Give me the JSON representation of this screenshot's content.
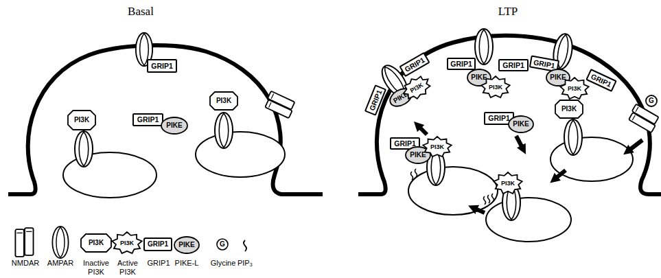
{
  "diagram": {
    "nodes": [
      {
        "text": [
          "GRIP1"
        ]
      },
      {
        "text": [
          "GRIP1"
        ]
      },
      {
        "text": [
          "PIKE"
        ]
      },
      {
        "text": [
          "PI3K"
        ]
      },
      {
        "text": [
          "PI3K"
        ]
      },
      {
        "text": [
          "GRIP1"
        ]
      },
      {
        "text": [
          "GRIP1"
        ]
      },
      {
        "text": [
          "PIKE"
        ]
      },
      {
        "text": [
          "PI3K"
        ]
      },
      {
        "text": [
          "GRIP1"
        ]
      },
      {
        "text": [
          "PIKE"
        ]
      },
      {
        "text": [
          "PI3K"
        ]
      },
      {
        "text": [
          "GRIP1"
        ]
      },
      {
        "text": [
          "GRIP1"
        ]
      },
      {
        "text": [
          "PIKE"
        ]
      },
      {
        "text": [
          "PI3K"
        ]
      },
      {
        "text": [
          "GRIP1"
        ]
      },
      {
        "text": [
          "G"
        ]
      },
      {
        "text": [
          "GRIP1"
        ]
      },
      {
        "text": [
          "PIKE"
        ]
      },
      {
        "text": [
          "PI3K"
        ]
      },
      {
        "text": [
          "PI3K"
        ]
      },
      {
        "text": [
          "GRIP1"
        ]
      },
      {
        "text": [
          "PIKE"
        ]
      },
      {
        "text": [
          "PI3K"
        ]
      }
    ],
    "labels": [
      "Basal",
      "LTP",
      "PI3K",
      "PI3K",
      "GRIP1",
      "PIKE",
      "G"
    ],
    "legend": [
      {
        "text": "NMDAR"
      },
      {
        "text": "AMPAR"
      },
      {
        "text": "Inactive PI3K"
      },
      {
        "text": "Active PI3K"
      },
      {
        "text": "GRIP1"
      },
      {
        "text": "PIKE-L"
      },
      {
        "text": "Glycine"
      },
      {
        "text": "PIP₃"
      }
    ]
  }
}
